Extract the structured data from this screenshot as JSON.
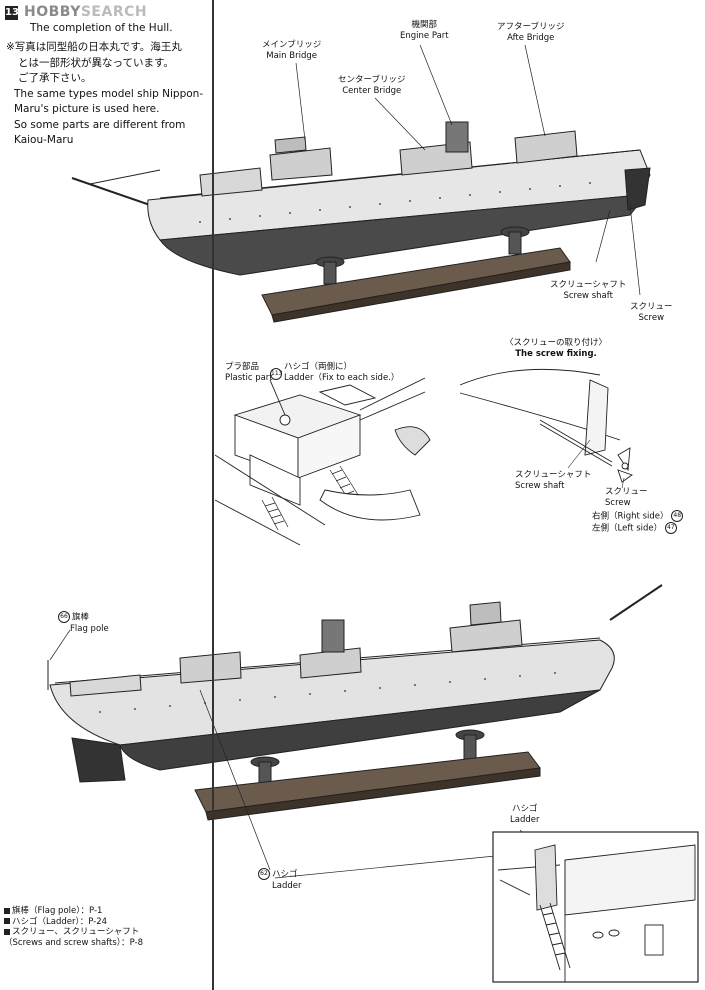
{
  "header": {
    "step_number": "13",
    "logo_text_dark": "HOBBY",
    "logo_text_light": "SEARCH",
    "step_title_en": "The completion of the Hull."
  },
  "note": {
    "line1": "※写真は同型船の日本丸です。海王丸",
    "line2": "とは一部形状が異なっています。",
    "line3": "ご了承下さい。",
    "line4": "The same types model ship Nippon-",
    "line5": "Maru's picture is used here.",
    "line6": "So some parts are different from",
    "line7": "Kaiou-Maru"
  },
  "top_labels": {
    "main_bridge_jp": "メインブリッジ",
    "main_bridge_en": "Main Bridge",
    "engine_part_jp": "機関部",
    "engine_part_en": "Engine Part",
    "afte_bridge_jp": "アフターブリッジ",
    "afte_bridge_en": "Afte Bridge",
    "center_bridge_jp": "センターブリッジ",
    "center_bridge_en": "Center Bridge",
    "screw_shaft_jp": "スクリューシャフト",
    "screw_shaft_en": "Screw shaft",
    "screw_jp": "スクリュー",
    "screw_en": "Screw"
  },
  "detail_left": {
    "plastic_part_jp": "プラ部品",
    "plastic_part_en": "Plastic part",
    "part_no": "113",
    "ladder_jp": "ハシゴ（両側に）",
    "ladder_en": "Ladder（Fix to each side.）"
  },
  "detail_right": {
    "title_jp": "〈スクリューの取り付け〉",
    "title_en": "The screw fixing.",
    "screw_shaft_jp": "スクリューシャフト",
    "screw_shaft_en": "Screw shaft",
    "screw_jp": "スクリュー",
    "screw_en": "Screw",
    "right_side": "右側（Right side）",
    "right_no": "48",
    "left_side": "左側（Left side）",
    "left_no": "47"
  },
  "bottom_labels": {
    "flag_pole_no": "66",
    "flag_pole_jp": "旗棒",
    "flag_pole_en": "Flag pole",
    "ladder_no": "62",
    "ladder_jp": "ハシゴ",
    "ladder_en": "Ladder",
    "ladder_detail_jp": "ハシゴ",
    "ladder_detail_en": "Ladder"
  },
  "parts_list": [
    {
      "label": "旗棒（Flag pole）：",
      "ref": "P-1"
    },
    {
      "label": "ハシゴ（Ladder）：",
      "ref": "P-24"
    },
    {
      "label": "スクリュー、スクリューシャフト",
      "ref": ""
    },
    {
      "label": "（Screws and screw shafts）：",
      "ref": "P-8"
    }
  ]
}
